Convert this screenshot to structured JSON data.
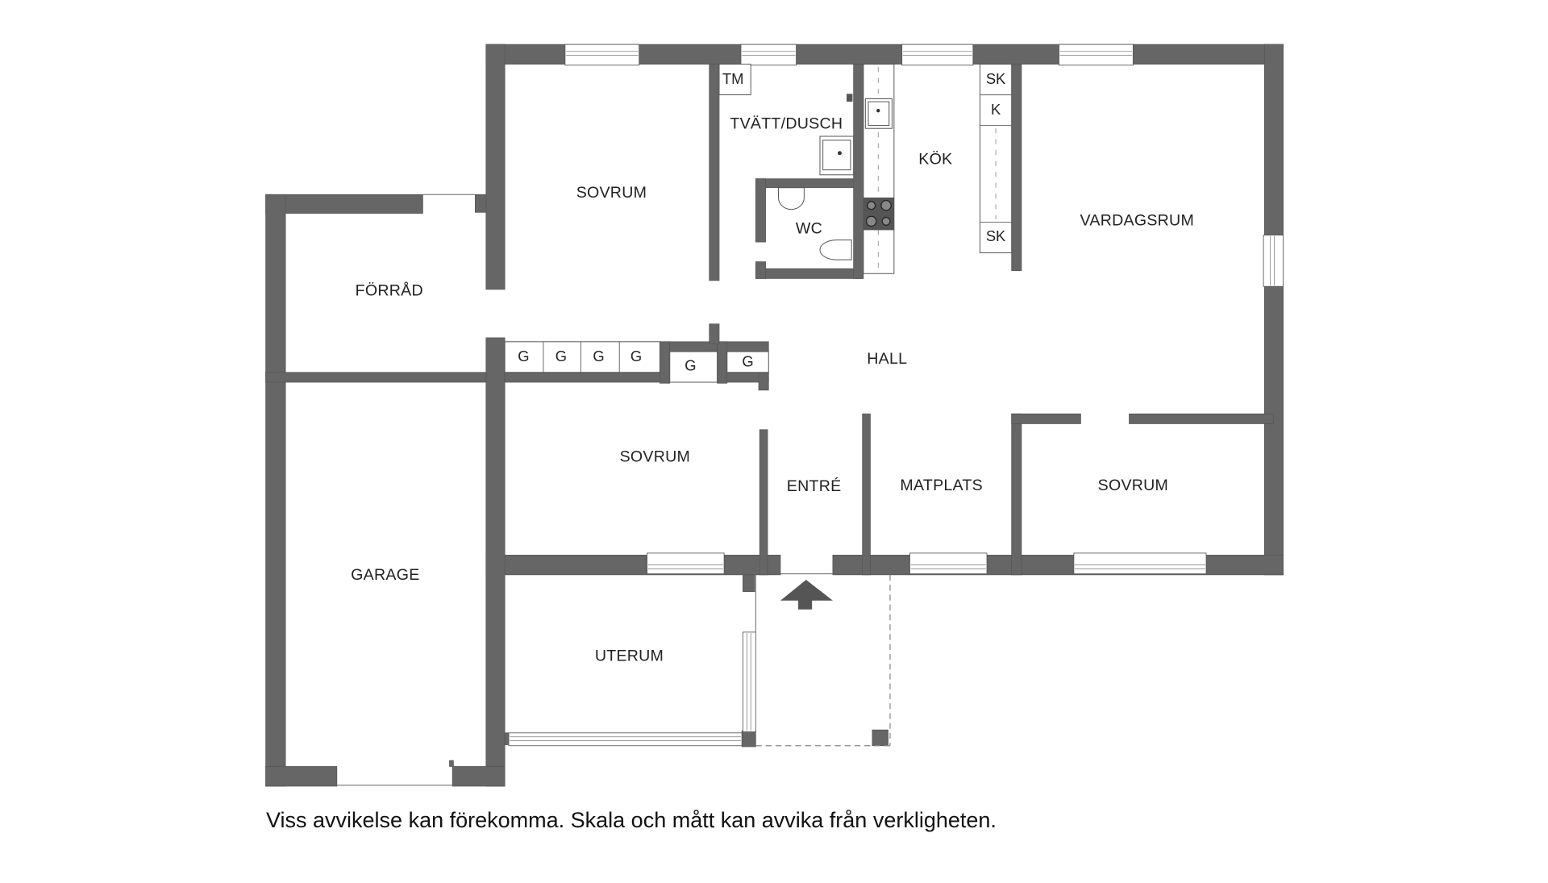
{
  "floor_plan": {
    "rooms": {
      "sovrum_top": "SOVRUM",
      "tvatt_dusch": "TVÄTT/DUSCH",
      "tm": "TM",
      "wc": "WC",
      "kok": "KÖK",
      "sk_top": "SK",
      "k": "K",
      "sk_bottom": "SK",
      "vardagsrum": "VARDAGSRUM",
      "forrad": "FÖRRÅD",
      "hall": "HALL",
      "sovrum_left": "SOVRUM",
      "entre": "ENTRÉ",
      "matplats": "MATPLATS",
      "sovrum_right": "SOVRUM",
      "garage": "GARAGE",
      "uterum": "UTERUM"
    },
    "closets": [
      "G",
      "G",
      "G",
      "G",
      "G",
      "G"
    ],
    "entrance_marker": "arrow-up-icon",
    "colors": {
      "wall": "#666666",
      "background": "#ffffff",
      "text": "#222222"
    }
  },
  "disclaimer": "Viss avvikelse kan förekomma. Skala och mått kan avvika från verkligheten."
}
